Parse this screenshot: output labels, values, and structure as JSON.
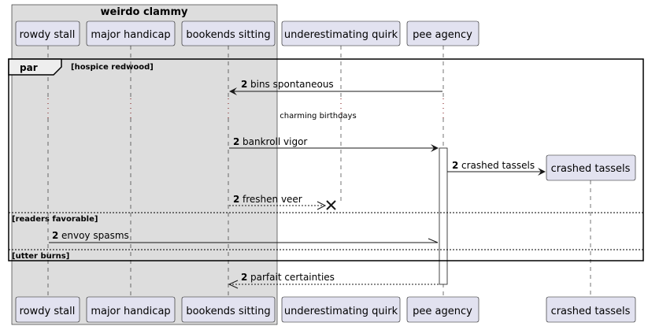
{
  "group": {
    "title": "weirdo clammy"
  },
  "participants": [
    {
      "id": "rowdy",
      "label": "rowdy stall"
    },
    {
      "id": "major",
      "label": "major handicap"
    },
    {
      "id": "bookends",
      "label": "bookends sitting"
    },
    {
      "id": "quirk",
      "label": "underestimating quirk"
    },
    {
      "id": "pee",
      "label": "pee agency"
    },
    {
      "id": "crashed",
      "label": "crashed tassels"
    }
  ],
  "fragment": {
    "keyword": "par",
    "sections": [
      {
        "label": "[hospice redwood]"
      },
      {
        "label": "[readers favorable]"
      },
      {
        "label": "[utter burns]"
      }
    ]
  },
  "messages": [
    {
      "num": "2",
      "text": "bins spontaneous",
      "from": "pee",
      "to": "bookends",
      "style": "solid"
    },
    {
      "num": "2",
      "text": "bankroll vigor",
      "from": "bookends",
      "to": "pee",
      "style": "solid"
    },
    {
      "num": "2",
      "text": "crashed tassels",
      "from": "pee",
      "to": "crashed",
      "style": "create"
    },
    {
      "num": "2",
      "text": "freshen veer",
      "from": "bookends",
      "to": "quirk",
      "style": "destroy"
    },
    {
      "num": "2",
      "text": "envoy spasms",
      "from": "rowdy",
      "to": "pee",
      "style": "async"
    },
    {
      "num": "2",
      "text": "parfait certainties",
      "from": "pee",
      "to": "bookends",
      "style": "return"
    }
  ],
  "delay_note": "charming birthdays"
}
